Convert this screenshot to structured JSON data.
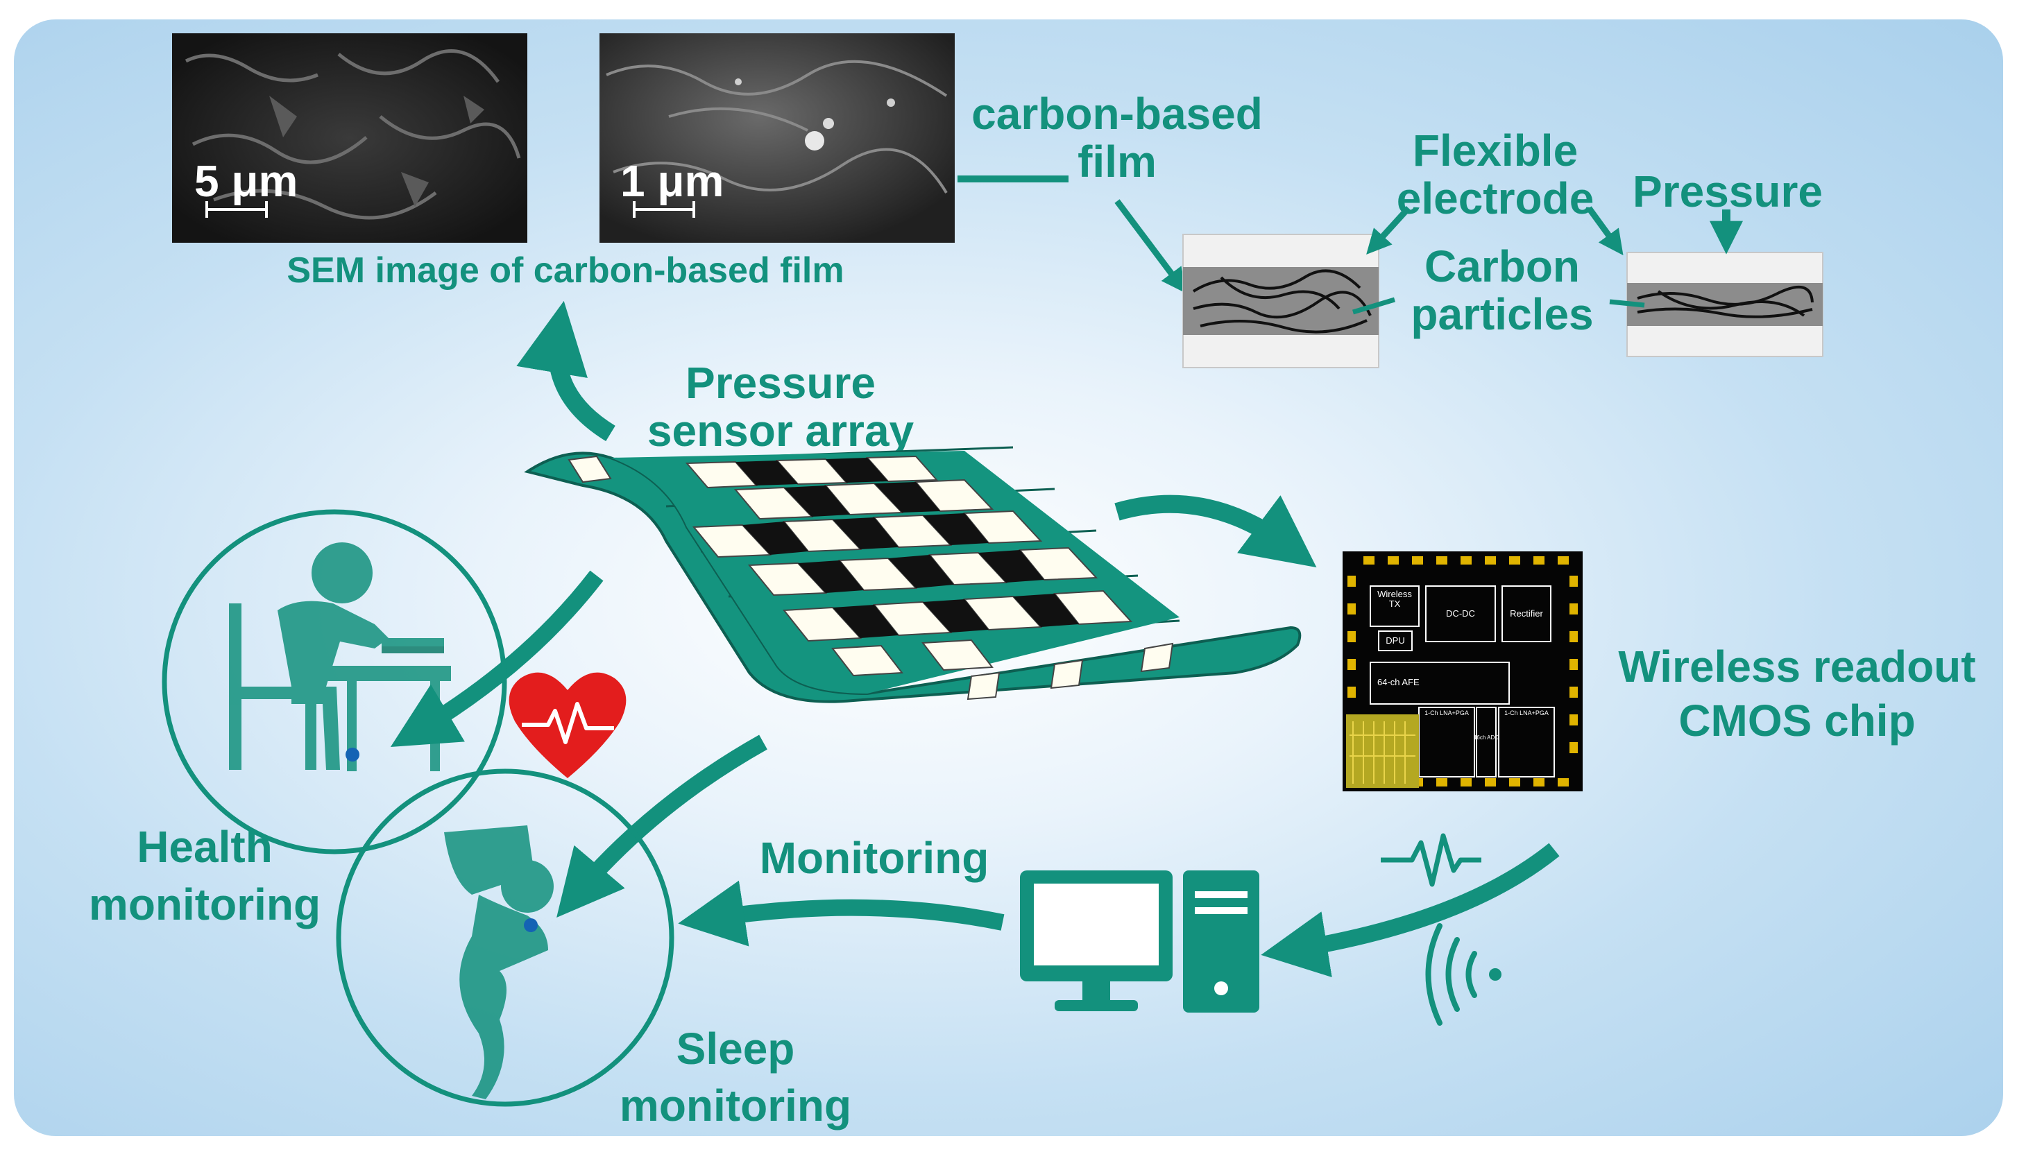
{
  "colors": {
    "accent": "#13917d",
    "sensor_teal": "#14947f",
    "sensor_cream": "#fffdf0",
    "sensor_black": "#111111",
    "heart_red": "#e31d1d"
  },
  "sem": {
    "caption": "SEM image of carbon-based film",
    "scale_left": "5 μm",
    "scale_right": "1 μm"
  },
  "labels": {
    "carbon_film": [
      "carbon-based",
      "film"
    ],
    "flexible_electrode": [
      "Flexible",
      "electrode"
    ],
    "pressure": "Pressure",
    "carbon_particles": [
      "Carbon",
      "particles"
    ],
    "sensor_array": [
      "Pressure",
      "sensor array"
    ],
    "wireless_readout": [
      "Wireless readout",
      "CMOS chip"
    ],
    "monitoring": "Monitoring",
    "health_monitoring": [
      "Health",
      "monitoring"
    ],
    "sleep_monitoring": [
      "Sleep",
      "monitoring"
    ]
  },
  "chip": {
    "wireless_tx": [
      "Wireless",
      "TX"
    ],
    "dcdc": "DC-DC",
    "rectifier": "Rectifier",
    "dpu": "DPU",
    "afe": "64-ch AFE",
    "lna_rows": [
      "1-Ch LNA+PGA",
      "1-Ch LNA+PGA"
    ],
    "adc": "16ch ADC"
  },
  "icons": [
    "sitting-person-icon",
    "sleeping-person-icon",
    "heart-pulse-icon",
    "desktop-computer-icon",
    "signal-waveform-icon",
    "wireless-signal-icon"
  ]
}
